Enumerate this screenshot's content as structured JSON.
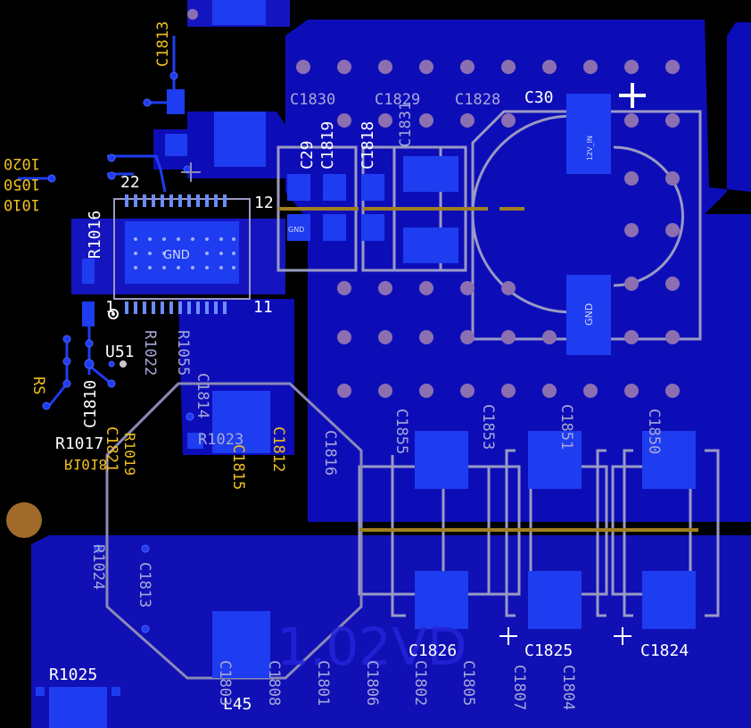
{
  "colors": {
    "background": "#000000",
    "copper_top": "#0d0db8",
    "copper_dim": "#1a1a8a",
    "pad": "#1e3cf0",
    "via": "#8b6fb0",
    "outline": "#a0a0c8",
    "silk_white": "#ffffff",
    "silk_yellow": "#f0c020",
    "silk_dim": "#8080b0",
    "gold": "#a08020",
    "fiducial": "#a06b2a"
  },
  "net_labels": {
    "power_net": "1.02VD",
    "gnd_main": "GND",
    "gnd_c30": "GND",
    "gnd_pad": "GND",
    "in_12v": "12V_IN",
    "plus": "+"
  },
  "designators": {
    "c1813_top": "C1813",
    "c1830": "C1830",
    "c1829": "C1829",
    "c1828": "C1828",
    "c30": "C30",
    "c29": "C29",
    "c1819": "C1819",
    "c1818": "C1818",
    "c1831": "C1831",
    "pin22": "22",
    "pin12": "12",
    "pin1": "1",
    "pin11": "11",
    "r1016": "R1016",
    "u51": "U51",
    "r1017": "R1017",
    "rs": "RS",
    "r1020": "1020",
    "r1050": "1050",
    "r1010": "1010",
    "c1810": "C1810",
    "r1022": "R1022",
    "r1055": "R1055",
    "c1814": "C1814",
    "r1023": "R1023",
    "c1812": "C1812",
    "c1815": "C1815",
    "c1816": "C1816",
    "c1855": "C1855",
    "c1853": "C1853",
    "c1851": "C1851",
    "c1850": "C1850",
    "r1024": "R1024",
    "c1813": "C1813",
    "r1025": "R1025",
    "l45": "L45",
    "c1826": "C1826",
    "c1825": "C1825",
    "c1824": "C1824",
    "c1803": "C1803",
    "c1808": "C1808",
    "c1801": "C1801",
    "c1806": "C1806",
    "c1802": "C1802",
    "c1805": "C1805",
    "c1807": "C1807",
    "c1804": "C1804",
    "r1018": "R1018",
    "c1821": "C1821",
    "r1019": "R1019"
  }
}
